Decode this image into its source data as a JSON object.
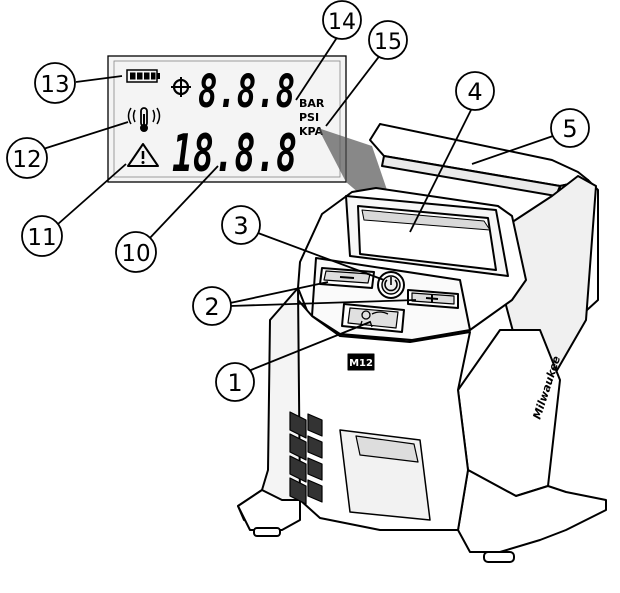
{
  "figure": {
    "callouts": [
      "1",
      "2",
      "3",
      "4",
      "5",
      "10",
      "11",
      "12",
      "13",
      "14",
      "15"
    ],
    "lcd": {
      "top_readout": "8.8.8",
      "bottom_readout": "18.8.8",
      "units": [
        "BAR",
        "PSI",
        "KPA"
      ]
    },
    "product_badge": "M12",
    "side_branding": "Milwaukee"
  },
  "colors": {
    "ink": "#000000",
    "paper": "#ffffff",
    "lcd_bg": "#f2f2f2",
    "shade": "#d9d9d9"
  },
  "icons": [
    "battery-icon",
    "target-icon",
    "thermometer-icon",
    "warning-icon",
    "power-icon",
    "minus-icon",
    "plus-icon",
    "inflate-icon"
  ]
}
